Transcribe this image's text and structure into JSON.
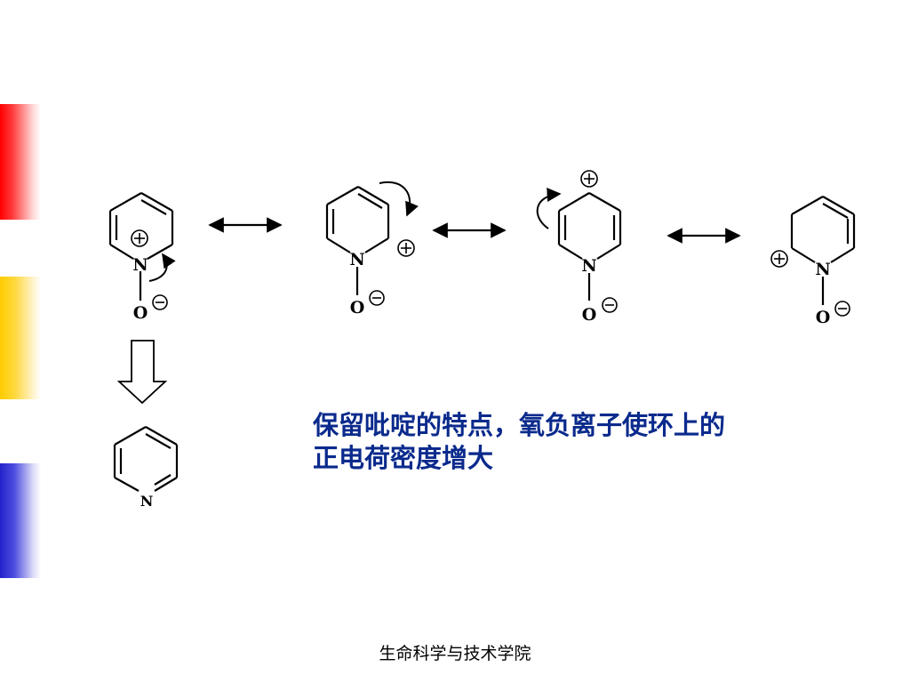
{
  "slide": {
    "caption": "保留吡啶的特点，氧负离子使环上的正电荷密度增大",
    "footer": "生命科学与技术学院"
  },
  "atoms": {
    "nitrogen": "N",
    "oxygen": "O"
  },
  "colors": {
    "caption": "#0a2a8c",
    "bar_red": "#ff0000",
    "bar_yellow": "#ffcc00",
    "bar_blue": "#2323cc"
  }
}
